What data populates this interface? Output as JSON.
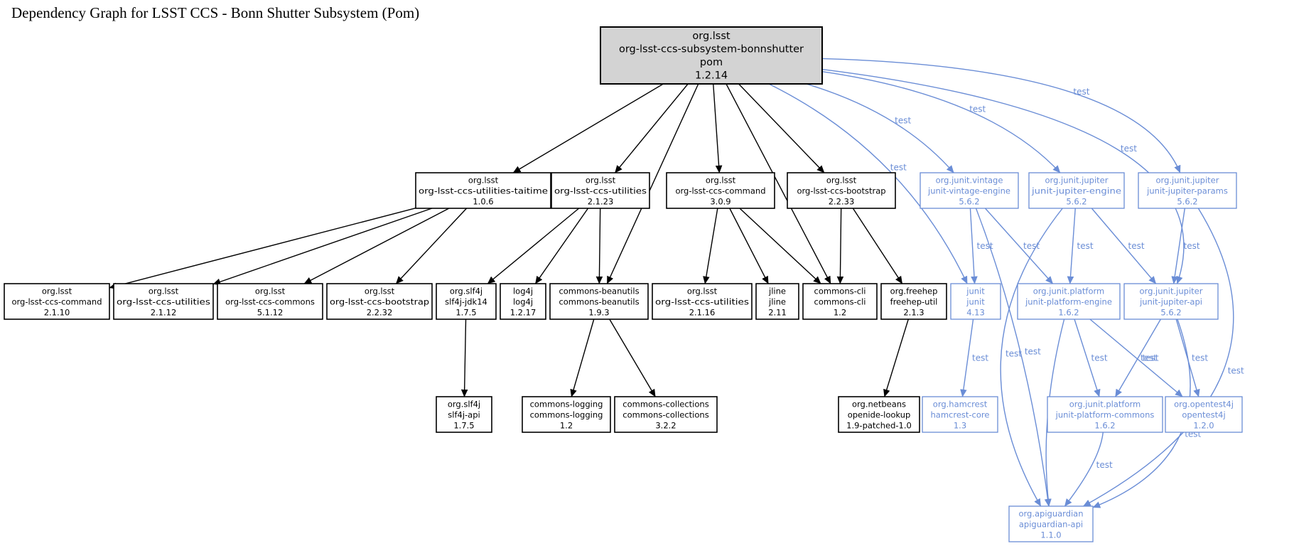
{
  "title": "Dependency Graph for LSST CCS - Bonn Shutter Subsystem (Pom)",
  "edge_label": "test",
  "colors": {
    "compile": "#000000",
    "test": "#6a8dd6",
    "root_fill": "#d3d3d3",
    "node_fill": "#ffffff"
  },
  "nodes": [
    {
      "id": "root",
      "group": "org.lsst",
      "artifact": "org-lsst-ccs-subsystem-bonnshutter",
      "packaging": "pom",
      "version": "1.2.14",
      "scope": "root"
    },
    {
      "id": "taitime",
      "group": "org.lsst",
      "artifact": "org-lsst-ccs-utilities-taitime",
      "version": "1.0.6",
      "scope": "compile"
    },
    {
      "id": "utilities23",
      "group": "org.lsst",
      "artifact": "org-lsst-ccs-utilities",
      "version": "2.1.23",
      "scope": "compile"
    },
    {
      "id": "command309",
      "group": "org.lsst",
      "artifact": "org-lsst-ccs-command",
      "version": "3.0.9",
      "scope": "compile"
    },
    {
      "id": "bootstrap233",
      "group": "org.lsst",
      "artifact": "org-lsst-ccs-bootstrap",
      "version": "2.2.33",
      "scope": "compile"
    },
    {
      "id": "vintage",
      "group": "org.junit.vintage",
      "artifact": "junit-vintage-engine",
      "version": "5.6.2",
      "scope": "test"
    },
    {
      "id": "jupiterEngine",
      "group": "org.junit.jupiter",
      "artifact": "junit-jupiter-engine",
      "version": "5.6.2",
      "scope": "test"
    },
    {
      "id": "params",
      "group": "org.junit.jupiter",
      "artifact": "junit-jupiter-params",
      "version": "5.6.2",
      "scope": "test"
    },
    {
      "id": "command2110",
      "group": "org.lsst",
      "artifact": "org-lsst-ccs-command",
      "version": "2.1.10",
      "scope": "compile"
    },
    {
      "id": "utilities2112",
      "group": "org.lsst",
      "artifact": "org-lsst-ccs-utilities",
      "version": "2.1.12",
      "scope": "compile"
    },
    {
      "id": "commons5112",
      "group": "org.lsst",
      "artifact": "org-lsst-ccs-commons",
      "version": "5.1.12",
      "scope": "compile"
    },
    {
      "id": "bootstrap2232",
      "group": "org.lsst",
      "artifact": "org-lsst-ccs-bootstrap",
      "version": "2.2.32",
      "scope": "compile"
    },
    {
      "id": "slf4jJdk14",
      "group": "org.slf4j",
      "artifact": "slf4j-jdk14",
      "version": "1.7.5",
      "scope": "compile"
    },
    {
      "id": "log4j",
      "group": "log4j",
      "artifact": "log4j",
      "version": "1.2.17",
      "scope": "compile"
    },
    {
      "id": "beanutils",
      "group": "commons-beanutils",
      "artifact": "commons-beanutils",
      "version": "1.9.3",
      "scope": "compile"
    },
    {
      "id": "utilities2116",
      "group": "org.lsst",
      "artifact": "org-lsst-ccs-utilities",
      "version": "2.1.16",
      "scope": "compile"
    },
    {
      "id": "jline",
      "group": "jline",
      "artifact": "jline",
      "version": "2.11",
      "scope": "compile"
    },
    {
      "id": "commonsCli",
      "group": "commons-cli",
      "artifact": "commons-cli",
      "version": "1.2",
      "scope": "compile"
    },
    {
      "id": "freehep",
      "group": "org.freehep",
      "artifact": "freehep-util",
      "version": "2.1.3",
      "scope": "compile"
    },
    {
      "id": "junit",
      "group": "junit",
      "artifact": "junit",
      "version": "4.13",
      "scope": "test"
    },
    {
      "id": "platformEngine",
      "group": "org.junit.platform",
      "artifact": "junit-platform-engine",
      "version": "1.6.2",
      "scope": "test"
    },
    {
      "id": "jupiterApi",
      "group": "org.junit.jupiter",
      "artifact": "junit-jupiter-api",
      "version": "5.6.2",
      "scope": "test"
    },
    {
      "id": "slf4jApi",
      "group": "org.slf4j",
      "artifact": "slf4j-api",
      "version": "1.7.5",
      "scope": "compile"
    },
    {
      "id": "commonsLogging",
      "group": "commons-logging",
      "artifact": "commons-logging",
      "version": "1.2",
      "scope": "compile"
    },
    {
      "id": "commonsCollections",
      "group": "commons-collections",
      "artifact": "commons-collections",
      "version": "3.2.2",
      "scope": "compile"
    },
    {
      "id": "openide",
      "group": "org.netbeans",
      "artifact": "openide-lookup",
      "version": "1.9-patched-1.0",
      "scope": "compile"
    },
    {
      "id": "hamcrest",
      "group": "org.hamcrest",
      "artifact": "hamcrest-core",
      "version": "1.3",
      "scope": "test"
    },
    {
      "id": "platformCommons",
      "group": "org.junit.platform",
      "artifact": "junit-platform-commons",
      "version": "1.6.2",
      "scope": "test"
    },
    {
      "id": "opentest4j",
      "group": "org.opentest4j",
      "artifact": "opentest4j",
      "version": "1.2.0",
      "scope": "test"
    },
    {
      "id": "apiguardian",
      "group": "org.apiguardian",
      "artifact": "apiguardian-api",
      "version": "1.1.0",
      "scope": "test"
    }
  ],
  "edges": [
    {
      "from": "root",
      "to": "taitime",
      "scope": "compile"
    },
    {
      "from": "root",
      "to": "utilities23",
      "scope": "compile"
    },
    {
      "from": "root",
      "to": "command309",
      "scope": "compile"
    },
    {
      "from": "root",
      "to": "bootstrap233",
      "scope": "compile"
    },
    {
      "from": "root",
      "to": "beanutils",
      "scope": "compile"
    },
    {
      "from": "root",
      "to": "commonsCli",
      "scope": "compile"
    },
    {
      "from": "taitime",
      "to": "command2110",
      "scope": "compile"
    },
    {
      "from": "taitime",
      "to": "utilities2112",
      "scope": "compile"
    },
    {
      "from": "taitime",
      "to": "commons5112",
      "scope": "compile"
    },
    {
      "from": "taitime",
      "to": "bootstrap2232",
      "scope": "compile"
    },
    {
      "from": "utilities23",
      "to": "slf4jJdk14",
      "scope": "compile"
    },
    {
      "from": "utilities23",
      "to": "log4j",
      "scope": "compile"
    },
    {
      "from": "utilities23",
      "to": "beanutils",
      "scope": "compile"
    },
    {
      "from": "command309",
      "to": "utilities2116",
      "scope": "compile"
    },
    {
      "from": "command309",
      "to": "jline",
      "scope": "compile"
    },
    {
      "from": "command309",
      "to": "commonsCli",
      "scope": "compile"
    },
    {
      "from": "bootstrap233",
      "to": "commonsCli",
      "scope": "compile"
    },
    {
      "from": "bootstrap233",
      "to": "freehep",
      "scope": "compile"
    },
    {
      "from": "slf4jJdk14",
      "to": "slf4jApi",
      "scope": "compile"
    },
    {
      "from": "beanutils",
      "to": "commonsLogging",
      "scope": "compile"
    },
    {
      "from": "beanutils",
      "to": "commonsCollections",
      "scope": "compile"
    },
    {
      "from": "freehep",
      "to": "openide",
      "scope": "compile"
    },
    {
      "from": "root",
      "to": "vintage",
      "scope": "test"
    },
    {
      "from": "root",
      "to": "jupiterEngine",
      "scope": "test"
    },
    {
      "from": "root",
      "to": "params",
      "scope": "test"
    },
    {
      "from": "root",
      "to": "junit",
      "scope": "test"
    },
    {
      "from": "root",
      "to": "jupiterApi",
      "scope": "test"
    },
    {
      "from": "vintage",
      "to": "junit",
      "scope": "test"
    },
    {
      "from": "vintage",
      "to": "platformEngine",
      "scope": "test"
    },
    {
      "from": "vintage",
      "to": "apiguardian",
      "scope": "test"
    },
    {
      "from": "jupiterEngine",
      "to": "platformEngine",
      "scope": "test"
    },
    {
      "from": "jupiterEngine",
      "to": "jupiterApi",
      "scope": "test"
    },
    {
      "from": "jupiterEngine",
      "to": "apiguardian",
      "scope": "test"
    },
    {
      "from": "params",
      "to": "jupiterApi",
      "scope": "test"
    },
    {
      "from": "params",
      "to": "apiguardian",
      "scope": "test"
    },
    {
      "from": "junit",
      "to": "hamcrest",
      "scope": "test"
    },
    {
      "from": "platformEngine",
      "to": "platformCommons",
      "scope": "test"
    },
    {
      "from": "platformEngine",
      "to": "opentest4j",
      "scope": "test"
    },
    {
      "from": "platformEngine",
      "to": "apiguardian",
      "scope": "test"
    },
    {
      "from": "jupiterApi",
      "to": "platformCommons",
      "scope": "test"
    },
    {
      "from": "jupiterApi",
      "to": "opentest4j",
      "scope": "test"
    },
    {
      "from": "jupiterApi",
      "to": "apiguardian",
      "scope": "test"
    },
    {
      "from": "platformCommons",
      "to": "apiguardian",
      "scope": "test"
    }
  ]
}
